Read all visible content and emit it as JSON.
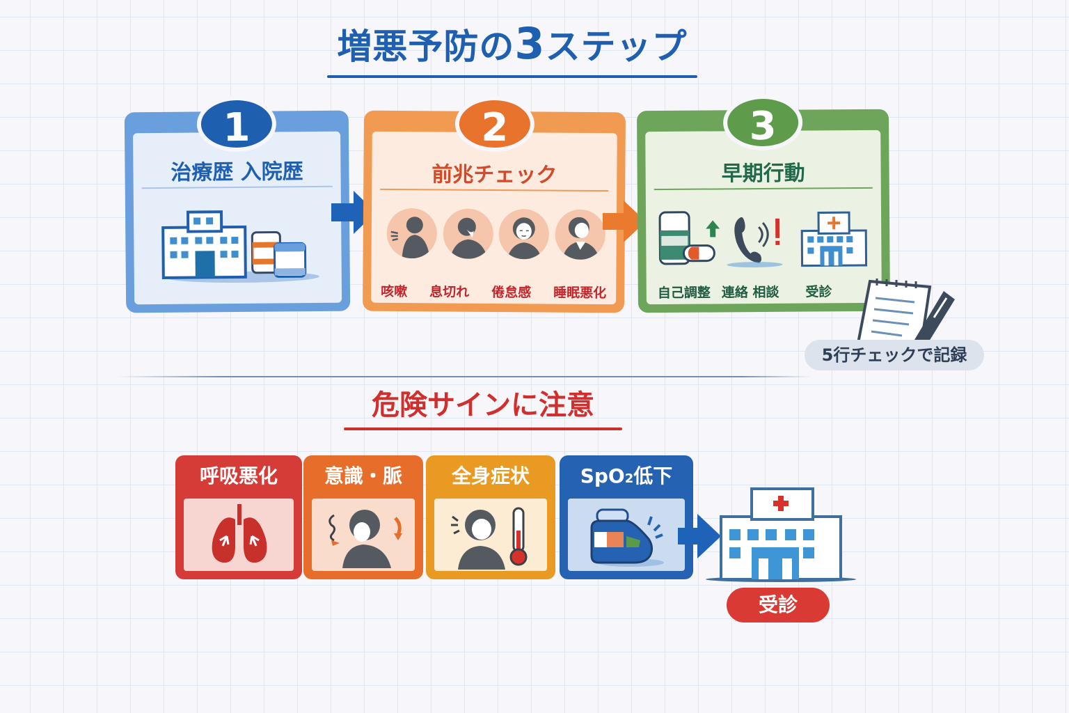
{
  "header": {
    "title_prefix": "増悪予防の",
    "title_number": "3",
    "title_suffix": "ステップ"
  },
  "steps": [
    {
      "number": "1",
      "title": "治療歴 入院歴",
      "icons": [
        "hospital-icon",
        "medicine-bottles-icon"
      ],
      "color": "#1f5fb0"
    },
    {
      "number": "2",
      "title": "前兆チェック",
      "icons": [
        "cough-person-icon",
        "breathless-person-icon",
        "tired-person-icon",
        "sleepless-person-icon"
      ],
      "labels": [
        "咳嗽",
        "息切れ",
        "倦怠感",
        "睡眠悪化"
      ],
      "color": "#e8732c"
    },
    {
      "number": "3",
      "title": "早期行動",
      "icons": [
        "medicine-increase-icon",
        "phone-alert-icon",
        "hospital-icon"
      ],
      "labels": [
        "自己調整",
        "連絡 相談",
        "受診"
      ],
      "color": "#5e9b4a"
    }
  ],
  "memo": {
    "icon": "notepad-pen-icon",
    "label": "5行チェックで記録"
  },
  "danger": {
    "title": "危険サインに注意",
    "signs": [
      {
        "label": "呼吸悪化",
        "icon": "lungs-icon",
        "color": "#d63c37"
      },
      {
        "label": "意識・脈",
        "icon": "dizzy-person-icon",
        "color": "#e66d2a"
      },
      {
        "label": "全身症状",
        "icon": "fever-thermometer-icon",
        "color": "#e89a22"
      },
      {
        "label_main": "SpO",
        "label_sub": "2",
        "label_tail": "低下",
        "icon": "pulse-oximeter-icon",
        "color": "#2563b2"
      }
    ],
    "destination": {
      "icon": "hospital-icon",
      "label": "受診"
    }
  }
}
